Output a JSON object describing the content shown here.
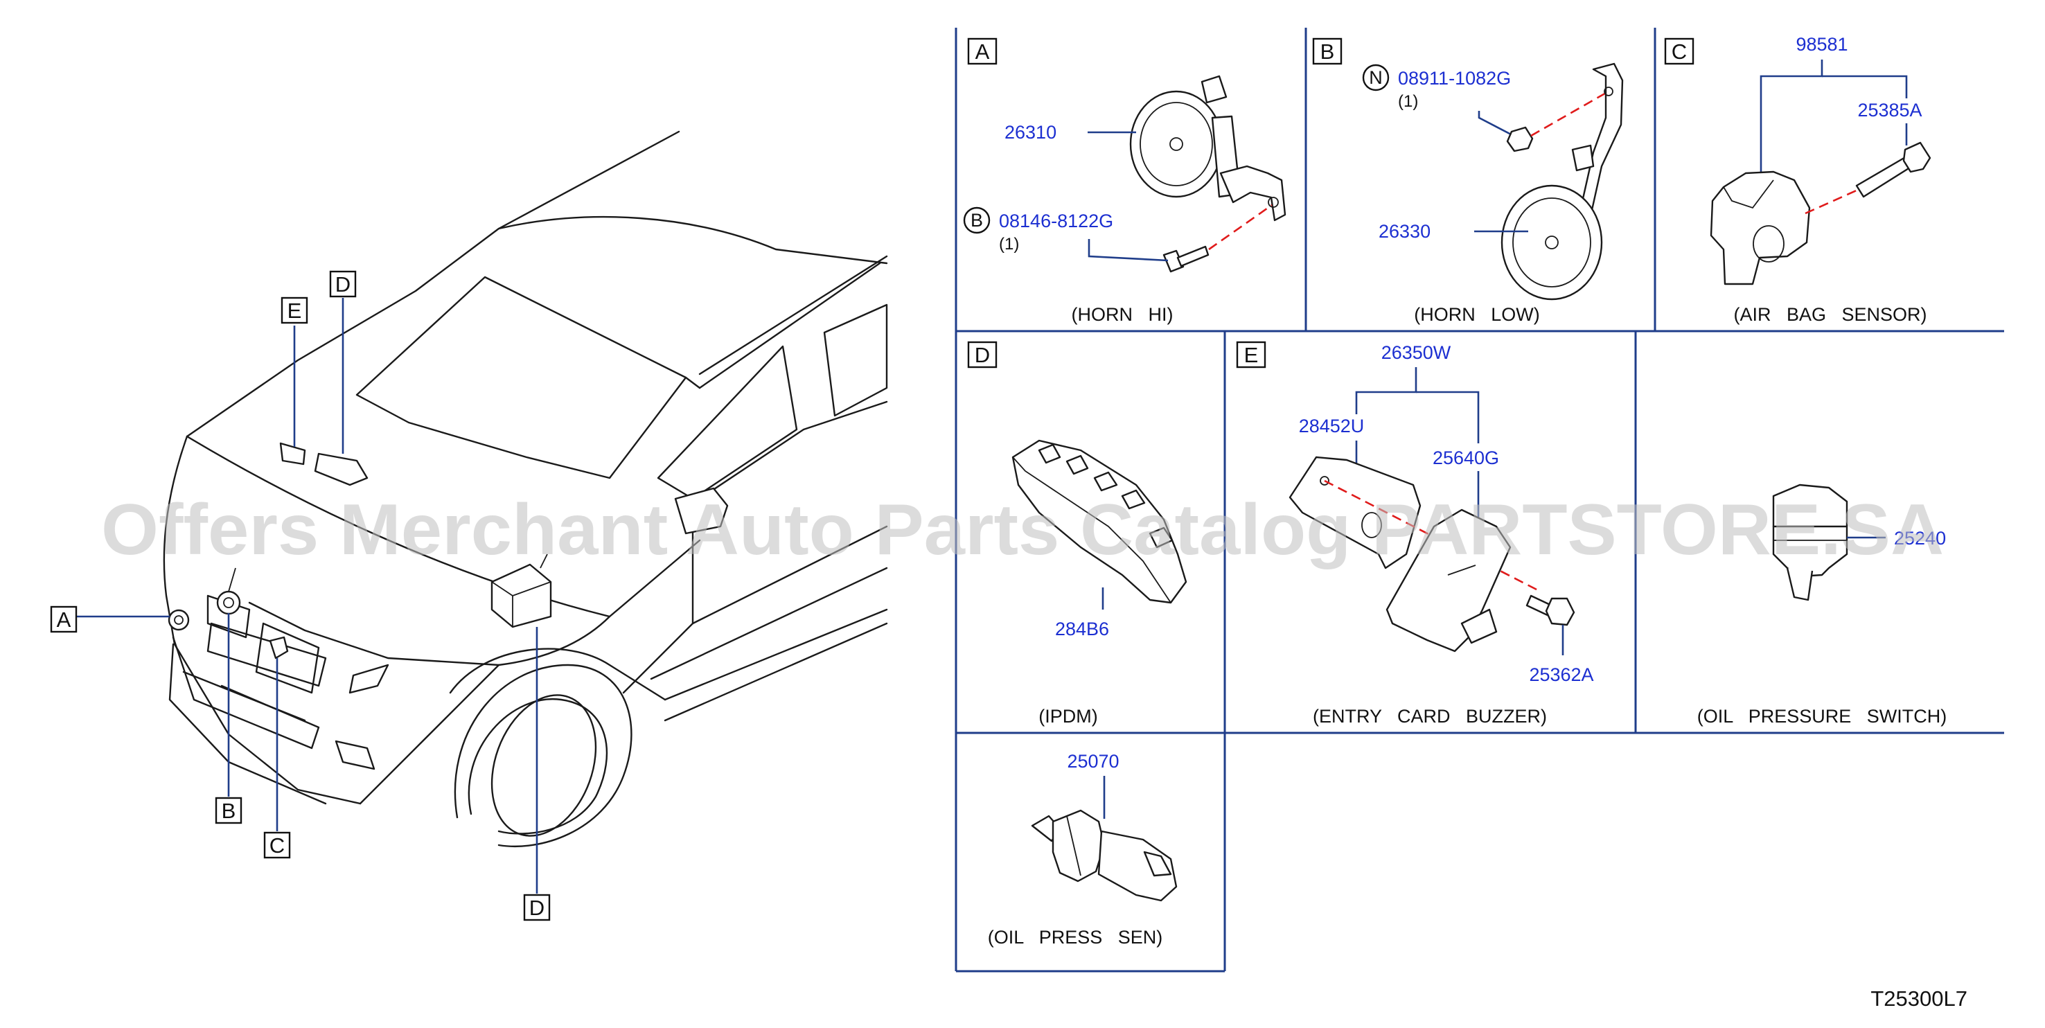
{
  "panels": {
    "A": {
      "letter": "A",
      "caption": "(HORN   HI)",
      "part_main": "26310",
      "bolt_prefix": "B",
      "bolt": "08146-8122G",
      "bolt_qty": "(1)"
    },
    "B": {
      "letter": "B",
      "caption": "(HORN   LOW)",
      "nut_prefix": "N",
      "nut": "08911-1082G",
      "nut_qty": "(1)",
      "part_main": "26330"
    },
    "C": {
      "letter": "C",
      "caption": "(AIR   BAG   SENSOR)",
      "assembly": "98581",
      "bolt": "25385A"
    },
    "D": {
      "letter": "D",
      "caption": "(IPDM)",
      "part_main": "284B6"
    },
    "E": {
      "letter": "E",
      "caption": "(ENTRY   CARD   BUZZER)",
      "assembly": "26350W",
      "bracket": "28452U",
      "buzzer": "25640G",
      "bolt": "25362A"
    },
    "F": {
      "caption": "(OIL   PRESSURE   SWITCH)",
      "part_main": "25240"
    },
    "G": {
      "caption": "(OIL   PRESS   SEN)",
      "part_main": "25070"
    }
  },
  "vehicle_callouts": {
    "A": "A",
    "B": "B",
    "C": "C",
    "D_top": "D",
    "D_bottom": "D",
    "E": "E"
  },
  "diagram_code": "T25300L7",
  "watermark": "Offers Merchant Auto Parts Catalog PARTSTORE.SA",
  "colors": {
    "frame": "#1f3d8a",
    "part_number": "#1c2fd1",
    "dashed_axis": "#e01b1b",
    "watermark": "#bfbfbf"
  }
}
